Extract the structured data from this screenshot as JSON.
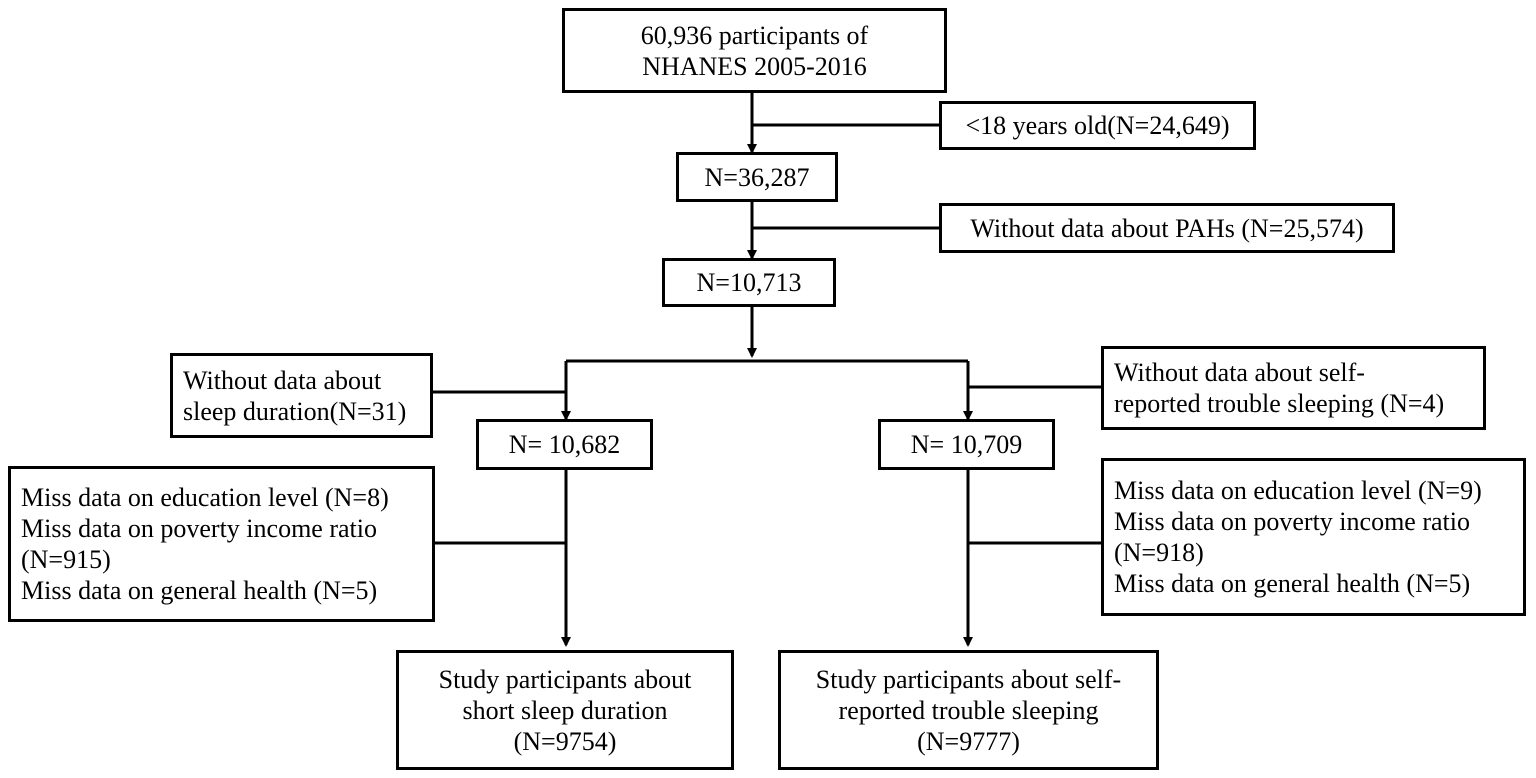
{
  "boxes": {
    "start": {
      "lines": [
        "60,936 participants of",
        "NHANES 2005-2016"
      ]
    },
    "excl_age": {
      "lines": [
        "<18 years old(N=24,649)"
      ]
    },
    "n1": {
      "lines": [
        "N=36,287"
      ]
    },
    "excl_pahs": {
      "lines": [
        "Without data about PAHs (N=25,574)"
      ]
    },
    "n2": {
      "lines": [
        "N=10,713"
      ]
    },
    "excl_sleep_dur": {
      "lines": [
        "Without data about",
        "sleep duration(N=31)"
      ]
    },
    "excl_trouble": {
      "lines": [
        "Without data about self-",
        "reported trouble sleeping (N=4)"
      ]
    },
    "n_left": {
      "lines": [
        "N= 10,682"
      ]
    },
    "n_right": {
      "lines": [
        "N= 10,709"
      ]
    },
    "excl_left": {
      "lines": [
        "Miss data on education level (N=8)",
        "Miss data on poverty income ratio",
        "(N=915)",
        "Miss data on general health (N=5)"
      ]
    },
    "excl_right": {
      "lines": [
        "Miss data on education level (N=9)",
        "Miss data on poverty income ratio",
        "(N=918)",
        "Miss data on general health (N=5)"
      ]
    },
    "final_left": {
      "lines": [
        "Study participants about",
        "short sleep duration",
        "(N=9754)"
      ]
    },
    "final_right": {
      "lines": [
        "Study participants about self-",
        "reported trouble sleeping",
        "(N=9777)"
      ]
    }
  }
}
